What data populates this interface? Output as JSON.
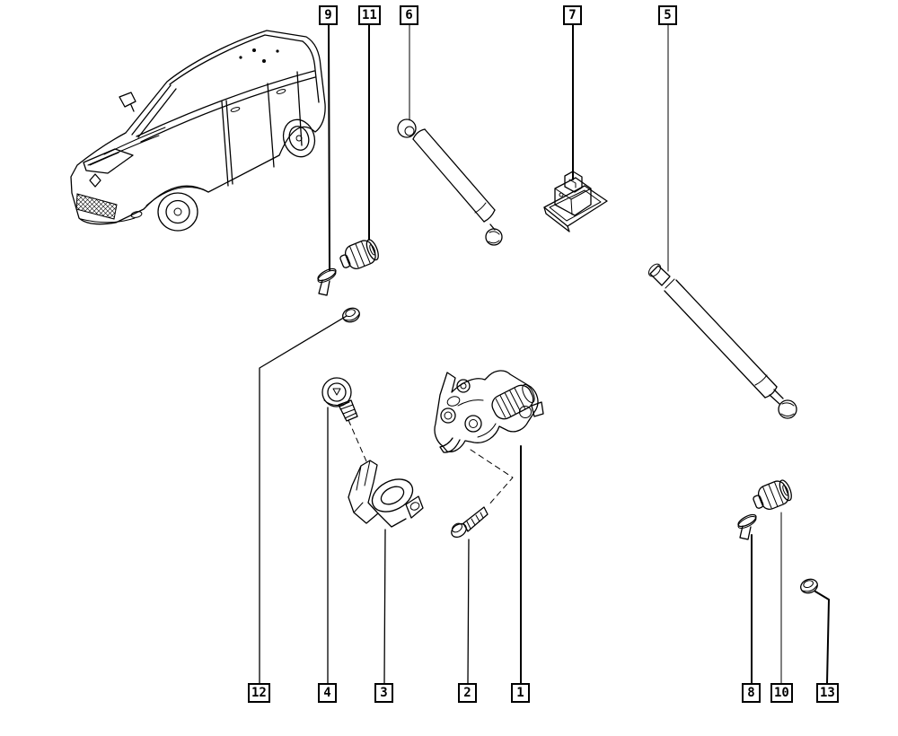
{
  "figure": {
    "type": "exploded-parts-diagram",
    "vehicle_icon": "renault-scenic-line-art",
    "background_color": "#ffffff",
    "line_color": "#000000"
  },
  "callouts": {
    "top": [
      "9",
      "11",
      "6",
      "7",
      "5"
    ],
    "bottom": [
      "12",
      "4",
      "3",
      "2",
      "1",
      "8",
      "10",
      "13"
    ]
  },
  "part_icons": {
    "1": "tailgate-latch-assembly",
    "2": "screw",
    "3": "striker-bracket",
    "4": "shoulder-screw",
    "5": "gas-strut-right",
    "6": "gas-strut-left",
    "7": "tailgate-release-switch",
    "8": "push-clip",
    "9": "push-clip",
    "10": "buffer-grommet",
    "11": "buffer-grommet",
    "12": "nut",
    "13": "nut"
  }
}
